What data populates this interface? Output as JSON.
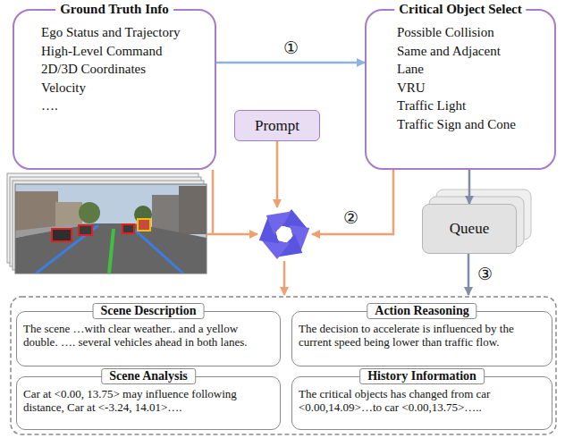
{
  "diagram": {
    "nodes": [
      {
        "text": [
          "Ground Truth Info",
          "Ego Status and Trajectory",
          "High-Level Command",
          "2D/3D Coordinates",
          "Velocity",
          "…."
        ]
      },
      {
        "text": [
          "Critical Object Select",
          "Possible Collision",
          "Same and Adjacent",
          "Lane",
          "VRU",
          "Traffic Light",
          "Traffic Sign and Cone"
        ]
      },
      {
        "text": [
          "Prompt"
        ]
      },
      {
        "text": [
          "Queue"
        ]
      },
      {
        "text": [
          "Scene Description",
          "The scene …with clear weather.. and a yellow double. …. several vehicles ahead in both lanes."
        ]
      },
      {
        "text": [
          "Action Reasoning",
          "The decision to accelerate is influenced by the current speed being lower than traffic flow."
        ]
      },
      {
        "text": [
          "Scene Analysis",
          "Car at <0.00, 13.75> may influence following distance, Car at <-3.24, 14.01>…."
        ]
      },
      {
        "text": [
          "History Information",
          "The critical objects has changed from car <0.00,14.09>…to car <0.00,13.75>….."
        ]
      }
    ],
    "edges": [
      {
        "from": 0,
        "to": 1,
        "arrow": "to",
        "label": "①"
      },
      {
        "from": 1,
        "to": 3,
        "arrow": "to"
      }
    ],
    "labels": [
      "②",
      "③"
    ]
  }
}
